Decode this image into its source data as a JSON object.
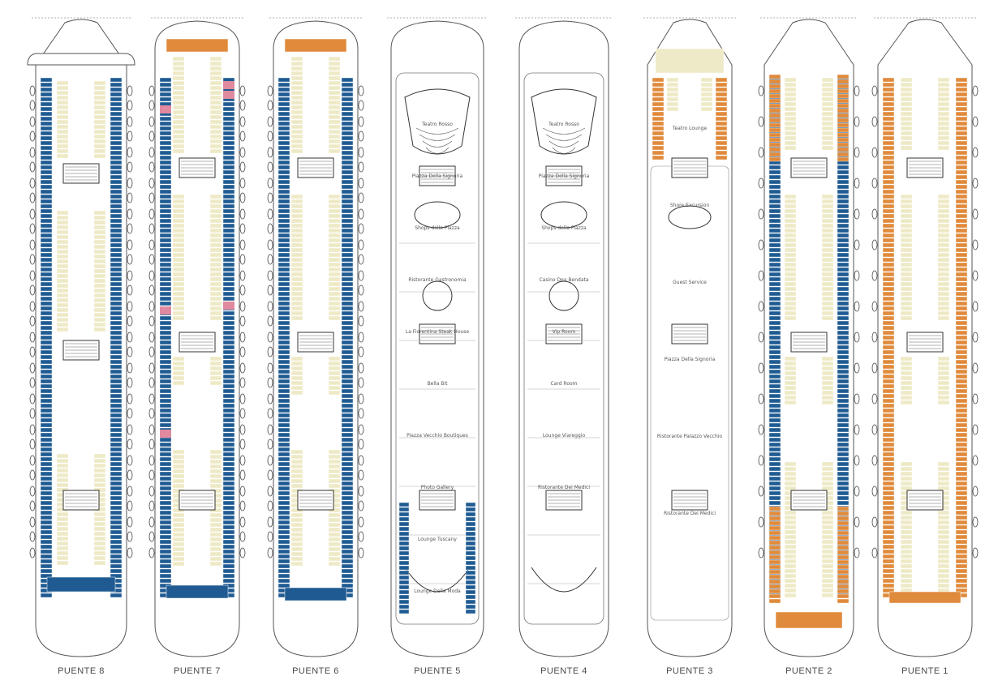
{
  "colors": {
    "cabin_blue": "#1f5b92",
    "cabin_cream": "#eee9c6",
    "cabin_orange": "#e08a3c",
    "cabin_pink": "#e08aa0",
    "hull_stroke": "#555555",
    "label_text": "#4a4a4a"
  },
  "decks": [
    {
      "id": "puente-8",
      "label": "PUENTE 8",
      "cabin_scheme": "blue-outer-cream-inner",
      "rooms": []
    },
    {
      "id": "puente-7",
      "label": "PUENTE 7",
      "cabin_scheme": "blue-outer-cream-inner-orange-bow",
      "rooms": []
    },
    {
      "id": "puente-6",
      "label": "PUENTE 6",
      "cabin_scheme": "blue-outer-cream-inner-orange-bow",
      "rooms": []
    },
    {
      "id": "puente-5",
      "label": "PUENTE 5",
      "cabin_scheme": "public-areas-aft-blue",
      "rooms": [
        "Teatro Rosso",
        "Piazza Della Signoria",
        "Shops della Piazza",
        "Ristorante Gastronomia",
        "La Fiorentina Steak House",
        "Bella Bit",
        "Piazza Vecchio Boutiques",
        "Photo Gallery",
        "Lounge Tuscany",
        "Lounge Della Moda"
      ]
    },
    {
      "id": "puente-4",
      "label": "PUENTE 4",
      "cabin_scheme": "public-areas",
      "rooms": [
        "Teatro Rosso",
        "Piazza Della Signoria",
        "Shops della Piazza",
        "Casino Dea Bendata",
        "Vip Room",
        "Card Room",
        "Lounge Viareggio",
        "Ristorante Dei Medici"
      ]
    },
    {
      "id": "puente-3",
      "label": "PUENTE 3",
      "cabin_scheme": "orange-bow-public-areas",
      "rooms": [
        "Teatro Lounge",
        "Shore Excursion",
        "Guest Service",
        "Piazza Della Signoria",
        "Ristorante Palazzo Vecchio",
        "Ristorante Dei Medici"
      ]
    },
    {
      "id": "puente-2",
      "label": "PUENTE 2",
      "cabin_scheme": "orange-bow-blue-mid-orange-aft",
      "rooms": []
    },
    {
      "id": "puente-1",
      "label": "PUENTE 1",
      "cabin_scheme": "orange-outer-cream-inner",
      "rooms": []
    }
  ]
}
